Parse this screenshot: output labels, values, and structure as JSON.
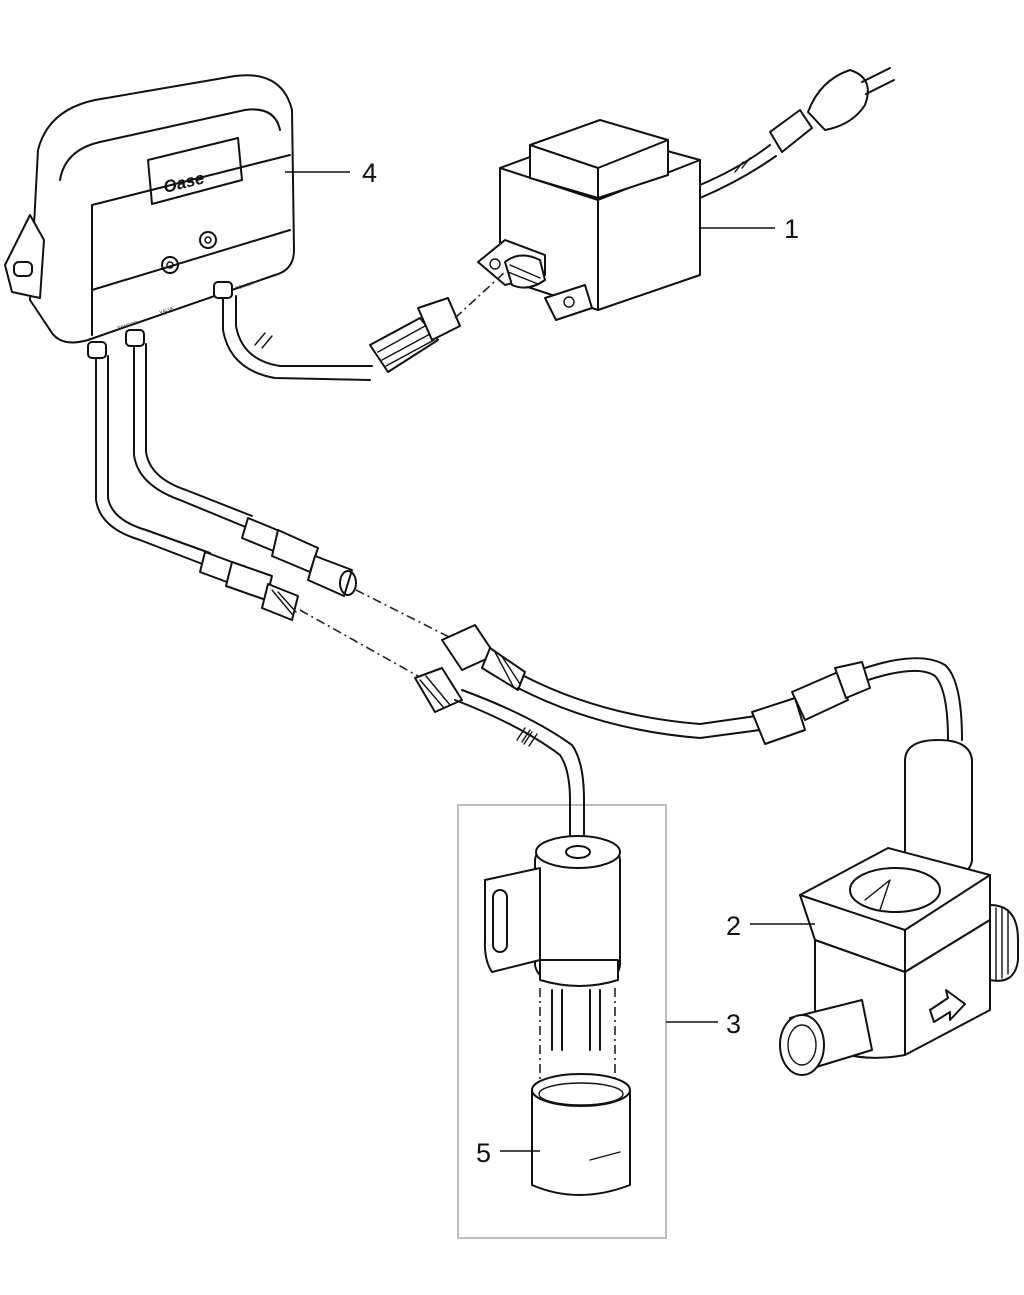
{
  "callouts": [
    {
      "id": "1",
      "label": "1"
    },
    {
      "id": "2",
      "label": "2"
    },
    {
      "id": "3",
      "label": "3"
    },
    {
      "id": "4",
      "label": "4"
    },
    {
      "id": "5",
      "label": "5"
    }
  ],
  "control_unit": {
    "logo": "Oase",
    "port_labels": [
      "SENSOR",
      "VALVE",
      "POWER"
    ]
  },
  "colors": {
    "line": "#111111",
    "frame": "#bdbdbd",
    "background": "#ffffff"
  }
}
